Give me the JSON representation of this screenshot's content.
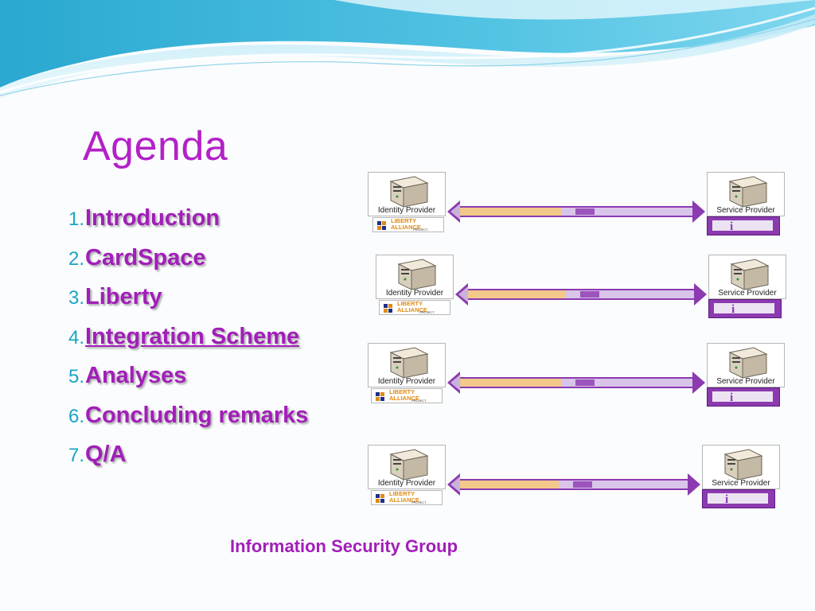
{
  "slide": {
    "title": "Agenda",
    "items": [
      {
        "number": "1.",
        "label": "Introduction",
        "underlined": false
      },
      {
        "number": "2.",
        "label": "CardSpace",
        "underlined": false
      },
      {
        "number": "3.",
        "label": "Liberty",
        "underlined": false
      },
      {
        "number": "4.",
        "label": "Integration Scheme",
        "underlined": true
      },
      {
        "number": "5.",
        "label": "Analyses",
        "underlined": false
      },
      {
        "number": "6.",
        "label": "Concluding remarks",
        "underlined": false
      },
      {
        "number": "7.",
        "label": "Q/A",
        "underlined": false
      }
    ],
    "footer": "Information Security Group"
  },
  "diagram": {
    "rows": [
      {
        "identity_label": "Identity Provider",
        "service_label": "Service Provider",
        "logo_line1": "LIBERTY",
        "logo_line2": "ALLIANCE",
        "logo_line3": "PROJECT"
      },
      {
        "identity_label": "Identity Provider",
        "service_label": "Service Provider",
        "logo_line1": "LIBERTY",
        "logo_line2": "ALLIANCE",
        "logo_line3": "PROJECT"
      },
      {
        "identity_label": "Identity Provider",
        "service_label": "Service Provider",
        "logo_line1": "LIBERTY",
        "logo_line2": "ALLIANCE",
        "logo_line3": "PROJECT"
      },
      {
        "identity_label": "Identity Provider",
        "service_label": "Service Provider",
        "logo_line1": "LIBERTY",
        "logo_line2": "ALLIANCE",
        "logo_line3": "PROJECT"
      }
    ],
    "icons": {
      "server": "server-icon",
      "logo": "liberty-alliance-logo",
      "card": "information-card-icon"
    }
  },
  "colors": {
    "title": "#b321c7",
    "item_text": "#a21eb9",
    "numbering": "#1aa5c3",
    "wave_blue": "#3fb6d8",
    "arrow_purple": "#8c3ab0"
  }
}
